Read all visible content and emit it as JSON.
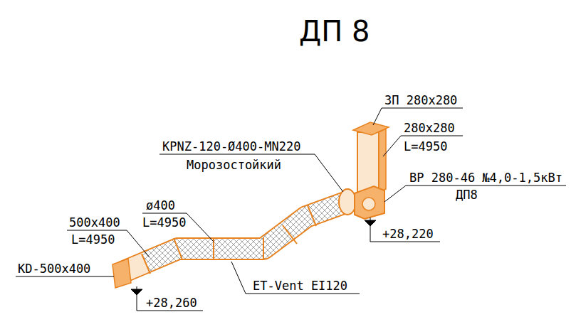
{
  "diagram": {
    "title": "ДП 8",
    "labels": [
      "ЗП 280x280",
      "280x280",
      "L=4950",
      "KPNZ-120-Ø400-MN220",
      "Морозостойкий",
      "ВР 280-46 №4,0-1,5кВт",
      "ДП8",
      "ø400",
      "L=4950",
      "500x400",
      "L=4950",
      "+28,220",
      "KD-500x400",
      "ET-Vent EI120",
      "+28,260"
    ]
  }
}
